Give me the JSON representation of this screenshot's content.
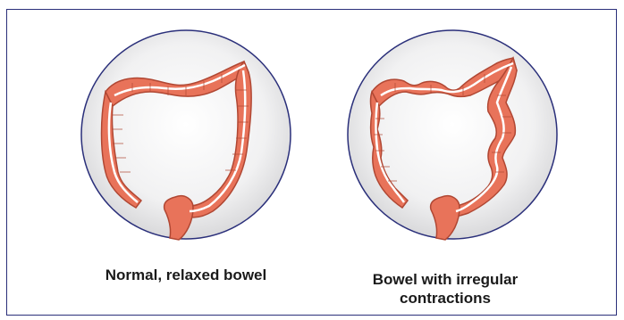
{
  "captions": {
    "normal": "Normal, relaxed bowel",
    "irregular": "Bowel with irregular contractions"
  },
  "colors": {
    "border": "#2a2f7a",
    "circle_outline": "#2a2f7a",
    "circle_fill": "#e9e9ea",
    "colon_fill": "#e8735a",
    "colon_outline": "#b04733",
    "lumen": "#ffffff"
  },
  "icons": [
    "normal-colon-illustration",
    "spasming-colon-illustration"
  ]
}
